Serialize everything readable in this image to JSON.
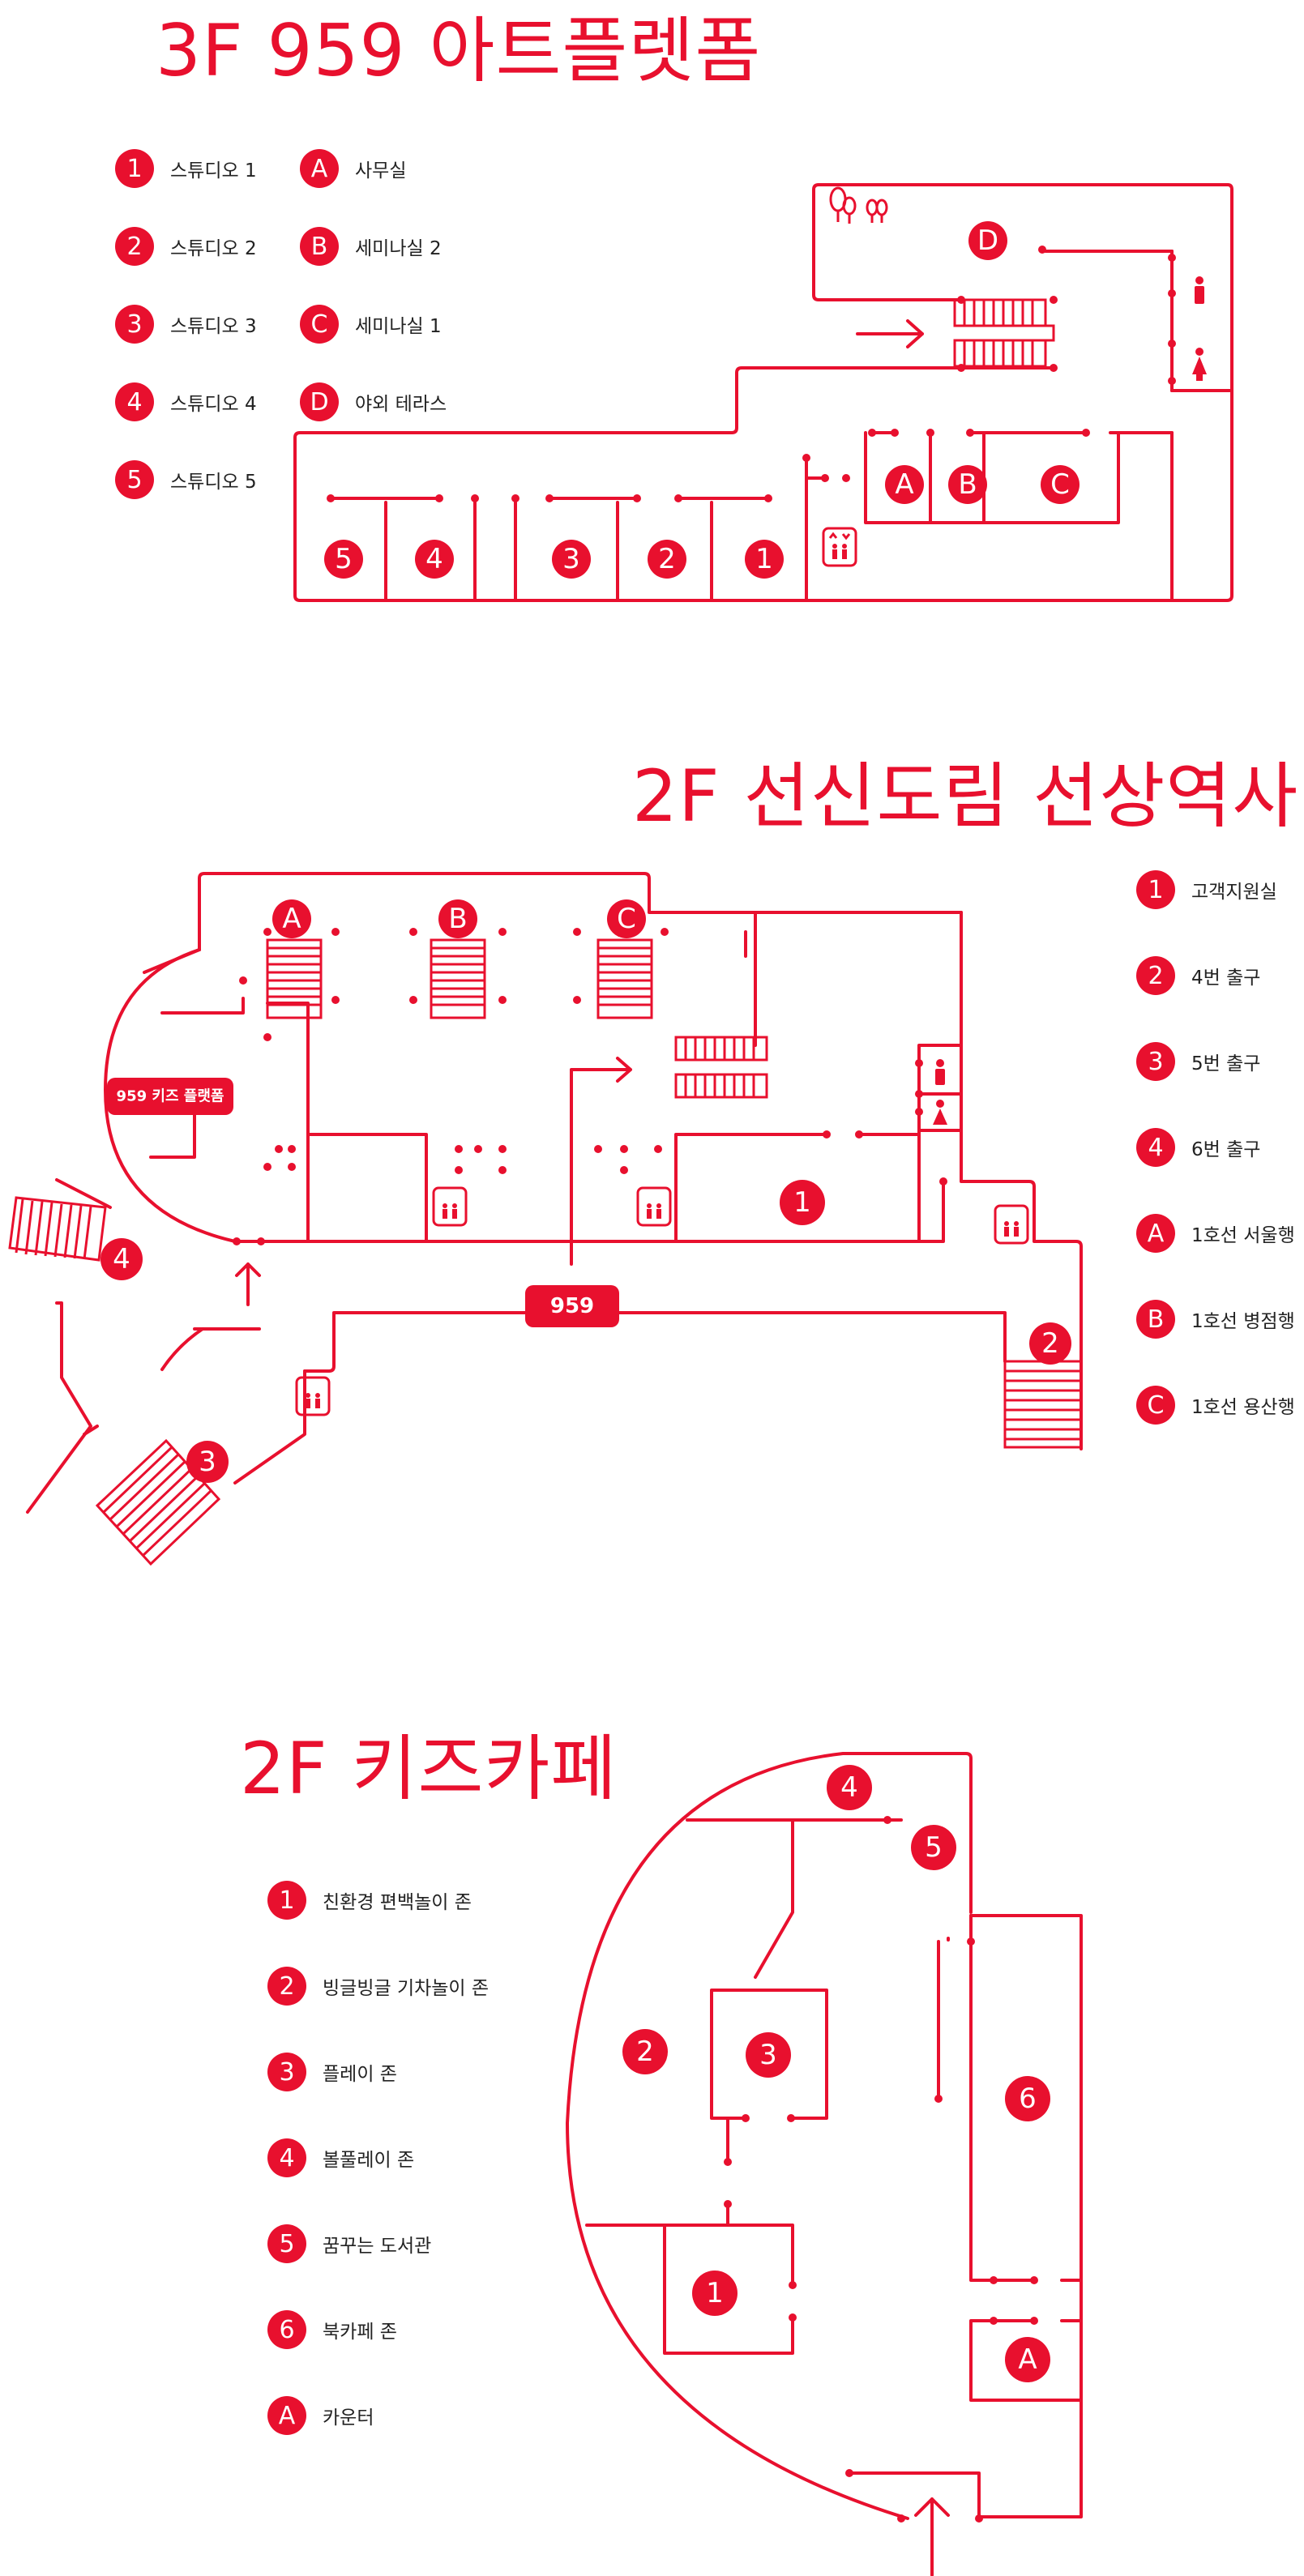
{
  "floors": {
    "f3": {
      "title": "3F 959 아트플렛폼",
      "legend": [
        {
          "key": "1",
          "label": "스튜디오 1"
        },
        {
          "key": "2",
          "label": "스튜디오 2"
        },
        {
          "key": "3",
          "label": "스튜디오 3"
        },
        {
          "key": "4",
          "label": "스튜디오 4"
        },
        {
          "key": "5",
          "label": "스튜디오 5"
        }
      ],
      "legend_b": [
        {
          "key": "A",
          "label": "사무실"
        },
        {
          "key": "B",
          "label": "세미나실 2"
        },
        {
          "key": "C",
          "label": "세미나실 1"
        },
        {
          "key": "D",
          "label": "야외 테라스"
        }
      ]
    },
    "f2": {
      "title": "2F 선신도림 선상역사",
      "legend": [
        {
          "key": "1",
          "label": "고객지원실"
        },
        {
          "key": "2",
          "label": "4번 출구"
        },
        {
          "key": "3",
          "label": "5번 출구"
        },
        {
          "key": "4",
          "label": "6번 출구"
        },
        {
          "key": "A",
          "label": "1호선 서울행"
        },
        {
          "key": "B",
          "label": "1호선 병점행"
        },
        {
          "key": "C",
          "label": "1호선 용산행"
        }
      ],
      "kids_tag": "959 키즈 플랫폼",
      "brand_tag": "959"
    },
    "kids": {
      "title": "2F 키즈카페",
      "legend": [
        {
          "key": "1",
          "label": "친환경 편백놀이 존"
        },
        {
          "key": "2",
          "label": "빙글빙글 기차놀이 존"
        },
        {
          "key": "3",
          "label": "플레이 존"
        },
        {
          "key": "4",
          "label": "볼풀레이 존"
        },
        {
          "key": "5",
          "label": "꿈꾸는 도서관"
        },
        {
          "key": "6",
          "label": "북카페 존"
        },
        {
          "key": "A",
          "label": "카운터"
        }
      ]
    }
  },
  "colors": {
    "accent": "#e8102e"
  }
}
